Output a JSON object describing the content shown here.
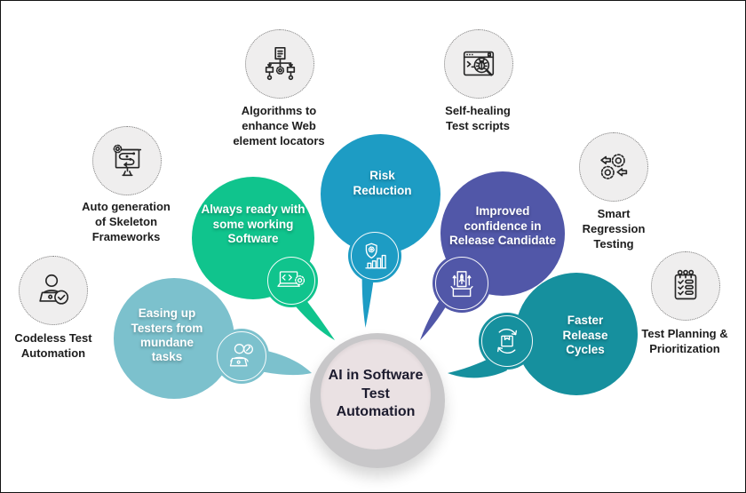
{
  "figure": {
    "title": "AI in Software Test Automation"
  },
  "center": {
    "label": "AI in Software Test Automation",
    "fill": "#eae1e3",
    "ring": "#c8c7c9",
    "text_color": "#1c1b2e"
  },
  "bubbles": [
    {
      "id": "easing-testers",
      "label": "Easing up Testers from mundane tasks",
      "color": "#7cc1cd",
      "icon": "tester-laptop-pencil-icon"
    },
    {
      "id": "working-software",
      "label": "Always ready with some working Software",
      "color": "#10c48d",
      "icon": "laptop-code-gear-icon"
    },
    {
      "id": "risk-reduction",
      "label": "Risk Reduction",
      "color": "#1d9cc4",
      "icon": "shield-gear-chart-icon"
    },
    {
      "id": "release-confidence",
      "label": "Improved confidence in Release Candidate",
      "color": "#5157a8",
      "icon": "release-rocket-box-icon"
    },
    {
      "id": "faster-release",
      "label": "Faster Release Cycles",
      "color": "#16909e",
      "icon": "package-cycle-icon"
    }
  ],
  "satellites": [
    {
      "id": "codeless",
      "label": "Codeless Test Automation",
      "icon": "person-laptop-check-icon"
    },
    {
      "id": "skeleton",
      "label": "Auto generation of Skeleton Frameworks",
      "icon": "framework-board-gear-icon"
    },
    {
      "id": "locators",
      "label": "Algorithms to enhance Web element locators",
      "icon": "sitemap-document-gear-icon"
    },
    {
      "id": "self-healing",
      "label": "Self-healing Test scripts",
      "icon": "browser-bug-search-icon"
    },
    {
      "id": "regression",
      "label": "Smart Regression Testing",
      "icon": "gears-arrows-icon"
    },
    {
      "id": "planning",
      "label": "Test Planning & Prioritization",
      "icon": "notepad-checklist-icon"
    }
  ],
  "styles": {
    "background": "#ffffff",
    "frame_border": "#141414",
    "satellite_fill": "#efeeee",
    "satellite_border": "#7b7b7b",
    "label_color": "#1d1d1d",
    "bubble_text_color": "#ffffff"
  }
}
